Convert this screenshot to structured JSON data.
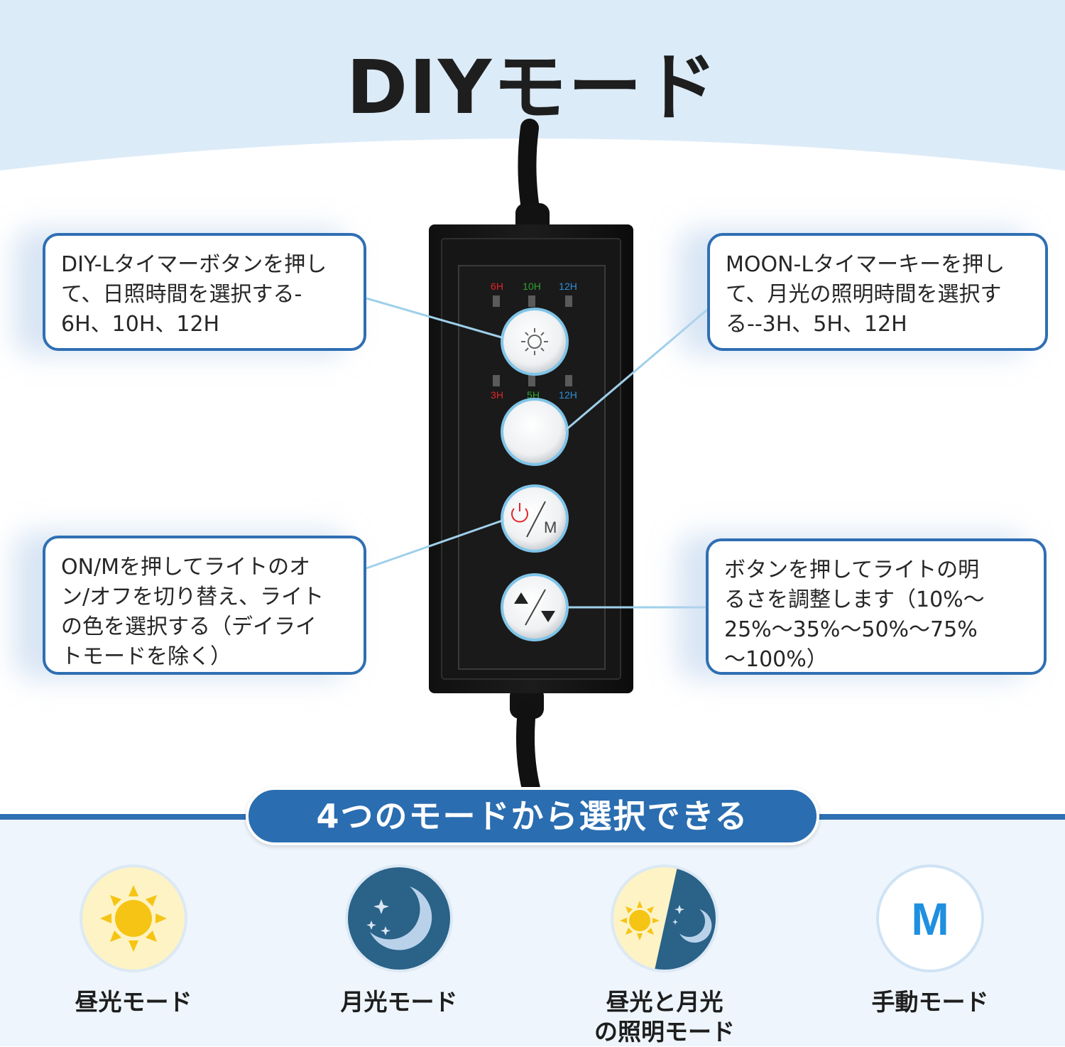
{
  "title": "DIYモード",
  "callouts": {
    "diy": [
      "DIY-Lタイマーボタンを押し",
      "て、日照時間を選択する-",
      "6H、10H、12H"
    ],
    "moon": [
      "MOON-Lタイマーキーを押し",
      "て、月光の照明時間を選択す",
      "る--3H、5H、12H"
    ],
    "onm": [
      "ON/Mを押してライトのオ",
      "ン/オフを切り替え、ライト",
      "の色を選択する（デイライ",
      "トモードを除く）"
    ],
    "dim": [
      "ボタンを押してライトの明",
      "るさを調整します（10%～",
      "25%～35%～50%～75%",
      "～100%）"
    ]
  },
  "controller": {
    "timer_day": [
      "6H",
      "10H",
      "12H"
    ],
    "timer_moon": [
      "3H",
      "5H",
      "12H"
    ],
    "onm_letter": "M",
    "timer_colors": [
      "#e3262b",
      "#2fa32f",
      "#2f8fd8"
    ]
  },
  "banner": "4つのモードから選択できる",
  "modes": [
    {
      "label": "昼光モード"
    },
    {
      "label": "月光モード"
    },
    {
      "label_line1": "昼光と月光",
      "label_line2": "の照明モード"
    },
    {
      "label": "手動モード",
      "letter": "M"
    }
  ],
  "colors": {
    "accent": "#2f6fb3",
    "sky": "#dcebf8",
    "sun": "#f6c415",
    "night": "#2a6288",
    "moon": "#b9d2ea"
  }
}
